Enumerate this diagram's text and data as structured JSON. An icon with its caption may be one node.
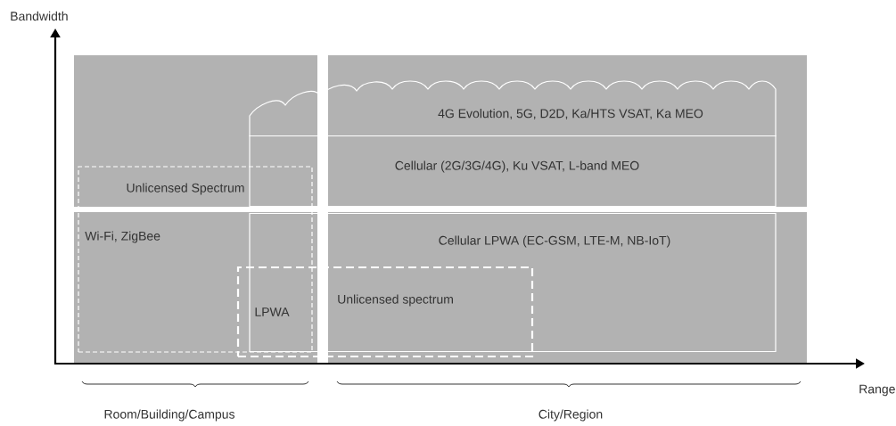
{
  "diagram": {
    "nodes": [
      {
        "text": [
          "4G Evolution, 5G, D2D, Ka/HTS VSAT, Ka MEO"
        ]
      },
      {
        "text": [
          "Cellular (2G/3G/4G), Ku VSAT, L-band MEO"
        ]
      },
      {
        "text": [
          "Cellular LPWA (EC-GSM, LTE-M, NB-IoT)"
        ]
      },
      {
        "text": [
          "Unlicensed Spectrum",
          "Wi-Fi, ZigBee"
        ]
      },
      {
        "text": [
          "LPWA",
          "Unlicensed spectrum"
        ]
      }
    ],
    "labels": [
      "Bandwidth",
      "Range",
      "Room/Building/Campus",
      "City/Region"
    ]
  }
}
